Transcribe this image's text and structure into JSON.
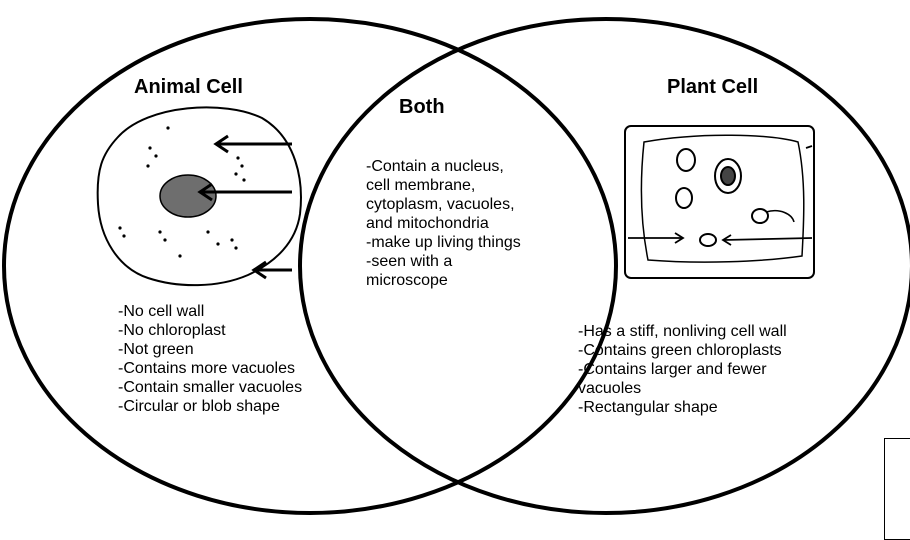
{
  "left_circle": {
    "title": "Animal Cell",
    "facts": [
      "-No cell wall",
      "-No chloroplast",
      "-Not green",
      "-Contains more vacuoles",
      "-Contain smaller vacuoles",
      "-Circular or blob shape"
    ]
  },
  "overlap": {
    "title": "Both",
    "facts": [
      "-Contain a nucleus,",
      "cell membrane,",
      "cytoplasm, vacuoles,",
      "and mitochondria",
      "-make up living things",
      "-seen with a",
      "microscope"
    ]
  },
  "right_circle": {
    "title": "Plant Cell",
    "facts": [
      "-Has a stiff, nonliving cell wall",
      "-Contains green chloroplasts",
      "-Contains larger and fewer",
      "vacuoles",
      "-Rectangular shape"
    ]
  },
  "colors": {
    "line": "#000000",
    "nucleus": "#6e6e6e",
    "background": "#ffffff"
  },
  "icons": [
    "animal-cell-drawing",
    "plant-cell-drawing",
    "pointer-arrow"
  ]
}
